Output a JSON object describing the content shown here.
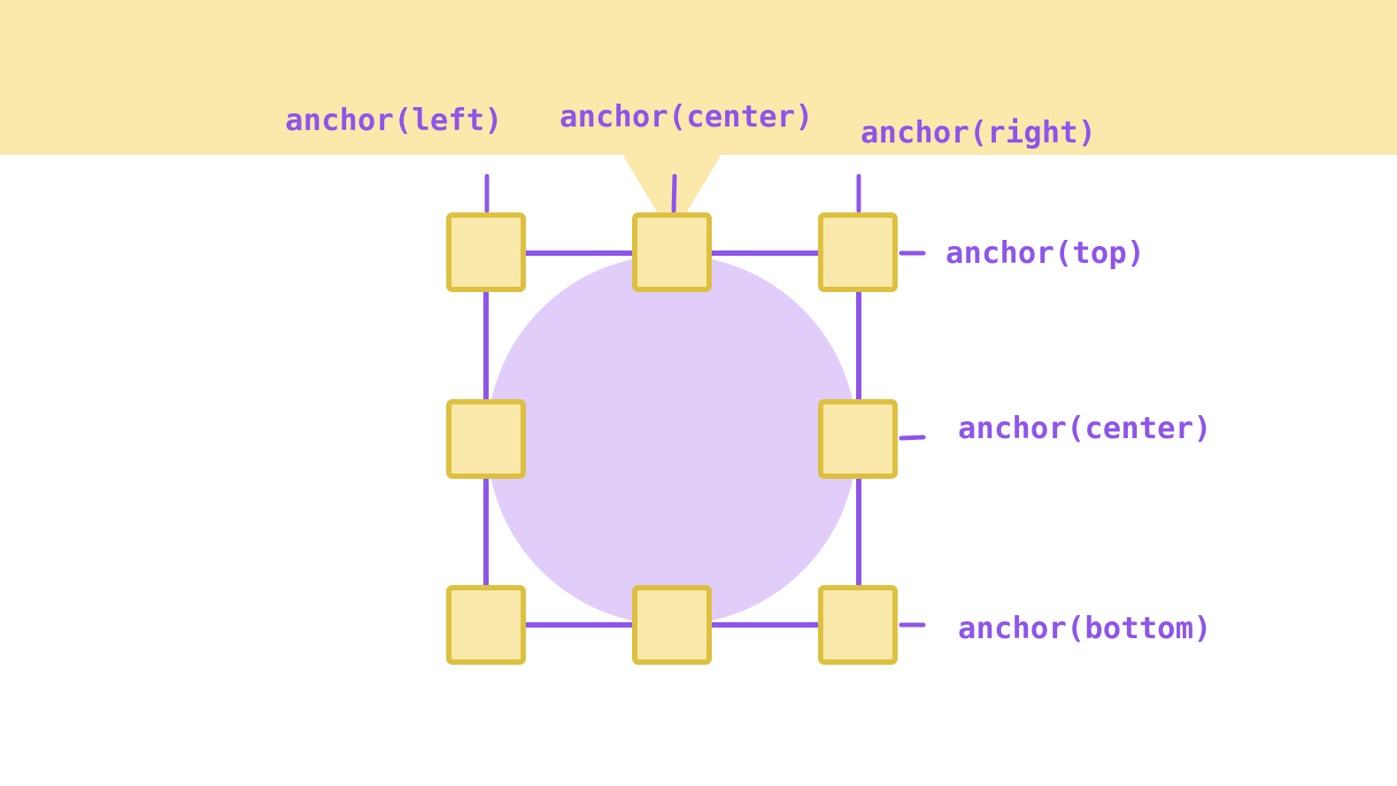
{
  "colors": {
    "banner": "#FBE9AB",
    "accent": "#8E55EA",
    "circle": "#E0CDFA",
    "handle_fill": "#FBE9AB",
    "handle_stroke": "#DDC040"
  },
  "labels": {
    "horizontal": {
      "left": "anchor(left)",
      "center": "anchor(center)",
      "right": "anchor(right)"
    },
    "vertical": {
      "top": "anchor(top)",
      "center": "anchor(center)",
      "bottom": "anchor(bottom)"
    }
  }
}
